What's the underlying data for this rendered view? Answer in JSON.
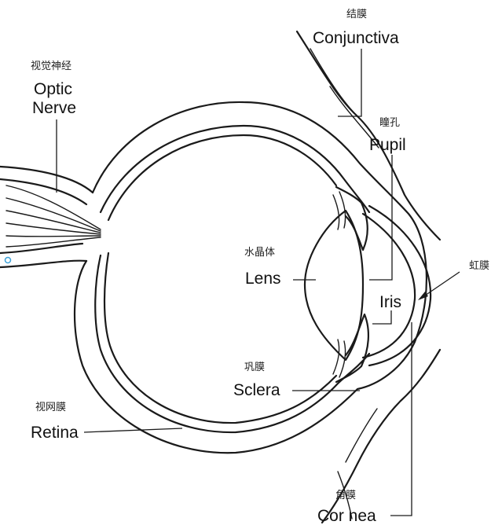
{
  "labels": {
    "conjunctiva": {
      "en": "Conjunctiva",
      "zh": "结膜"
    },
    "optic_nerve": {
      "en_line1": "Optic",
      "en_line2": "Nerve",
      "zh": "视觉神经"
    },
    "pupil": {
      "en": "Pupil",
      "zh": "瞳孔"
    },
    "lens": {
      "en": "Lens",
      "zh": "水晶体"
    },
    "iris": {
      "en": "Iris",
      "zh": "虹膜"
    },
    "sclera": {
      "en": "Sclera",
      "zh": "巩膜"
    },
    "retina": {
      "en": "Retina",
      "zh": "视网膜"
    },
    "cornea": {
      "en": "Cor nea",
      "zh": "角膜"
    }
  },
  "colors": {
    "line": "#1a1a1a",
    "background": "#ffffff",
    "marker": "#3aa0d8"
  }
}
